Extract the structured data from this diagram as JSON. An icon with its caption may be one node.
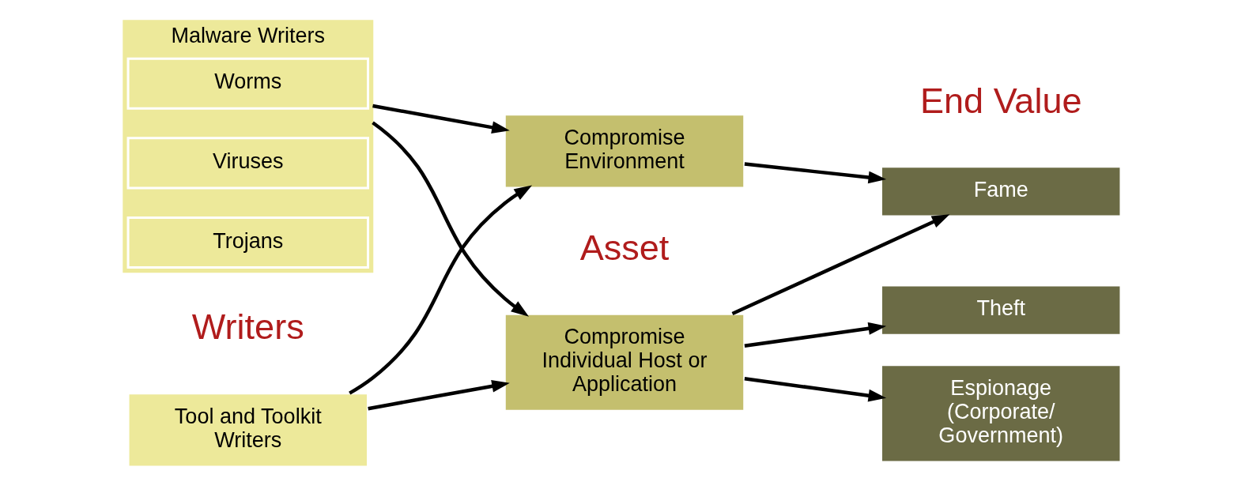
{
  "diagram": {
    "nodes": [
      {
        "text": [
          "Tool and Toolkit Writers"
        ]
      },
      {
        "text": [
          "Malware Writers"
        ]
      },
      {
        "text": [
          "Worms"
        ],
        "in": 1
      },
      {
        "text": [
          "Viruses"
        ],
        "in": 1
      },
      {
        "text": [
          "Trojans"
        ],
        "in": 1
      },
      {
        "text": [
          "Compromise Individual Host or Application"
        ]
      },
      {
        "text": [
          "Compromise Environment"
        ]
      },
      {
        "text": [
          "Fame"
        ]
      },
      {
        "text": [
          "Theft"
        ]
      },
      {
        "text": [
          "Espionage (Corporate/ Government)"
        ]
      }
    ],
    "edges": [
      {
        "from": 0,
        "to": 5,
        "arrow": "to"
      },
      {
        "from": 0,
        "to": 6,
        "arrow": "to"
      },
      {
        "from": 1,
        "to": 5,
        "arrow": "to"
      },
      {
        "from": 1,
        "to": 6,
        "arrow": "to"
      },
      {
        "from": 5,
        "to": 7,
        "arrow": "to"
      },
      {
        "from": 5,
        "to": 8,
        "arrow": "to"
      },
      {
        "from": 5,
        "to": 9,
        "arrow": "to"
      },
      {
        "from": 6,
        "to": 7,
        "arrow": "to"
      }
    ],
    "labels": [
      "Writers",
      "Asset",
      "End Value"
    ]
  }
}
